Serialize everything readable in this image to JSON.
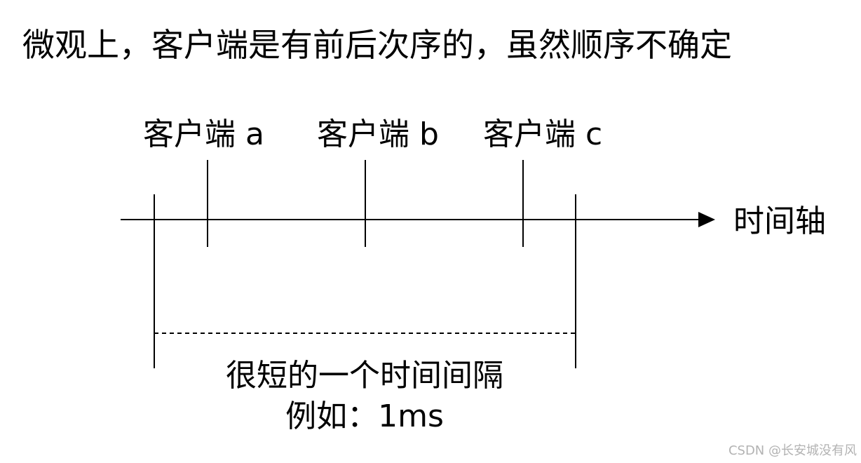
{
  "title": "微观上，客户端是有前后次序的，虽然顺序不确定",
  "clients": {
    "a": "客户端 a",
    "b": "客户端 b",
    "c": "客户端 c"
  },
  "axis_label": "时间轴",
  "interval": {
    "line1": "很短的一个时间间隔",
    "line2": "例如：1ms"
  },
  "watermark": "CSDN @长安城没有风",
  "colors": {
    "ink": "#000000",
    "watermark": "#b3b3b3",
    "background": "#ffffff"
  }
}
